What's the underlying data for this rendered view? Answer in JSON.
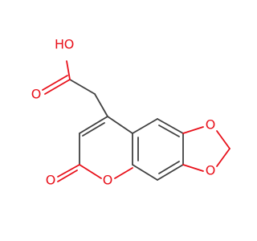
{
  "molecule": {
    "atoms": {
      "hydroxyl_h": "H",
      "hydroxyl_o": "O",
      "carbonyl_o_acid": "O",
      "lactone_carbonyl_o": "O",
      "ring_o_pyranone": "O",
      "dioxole_o_top": "O",
      "dioxole_o_bottom": "O"
    }
  },
  "colors": {
    "bond": "#404040",
    "oxygen": "#e8101a",
    "background": "#ffffff"
  }
}
